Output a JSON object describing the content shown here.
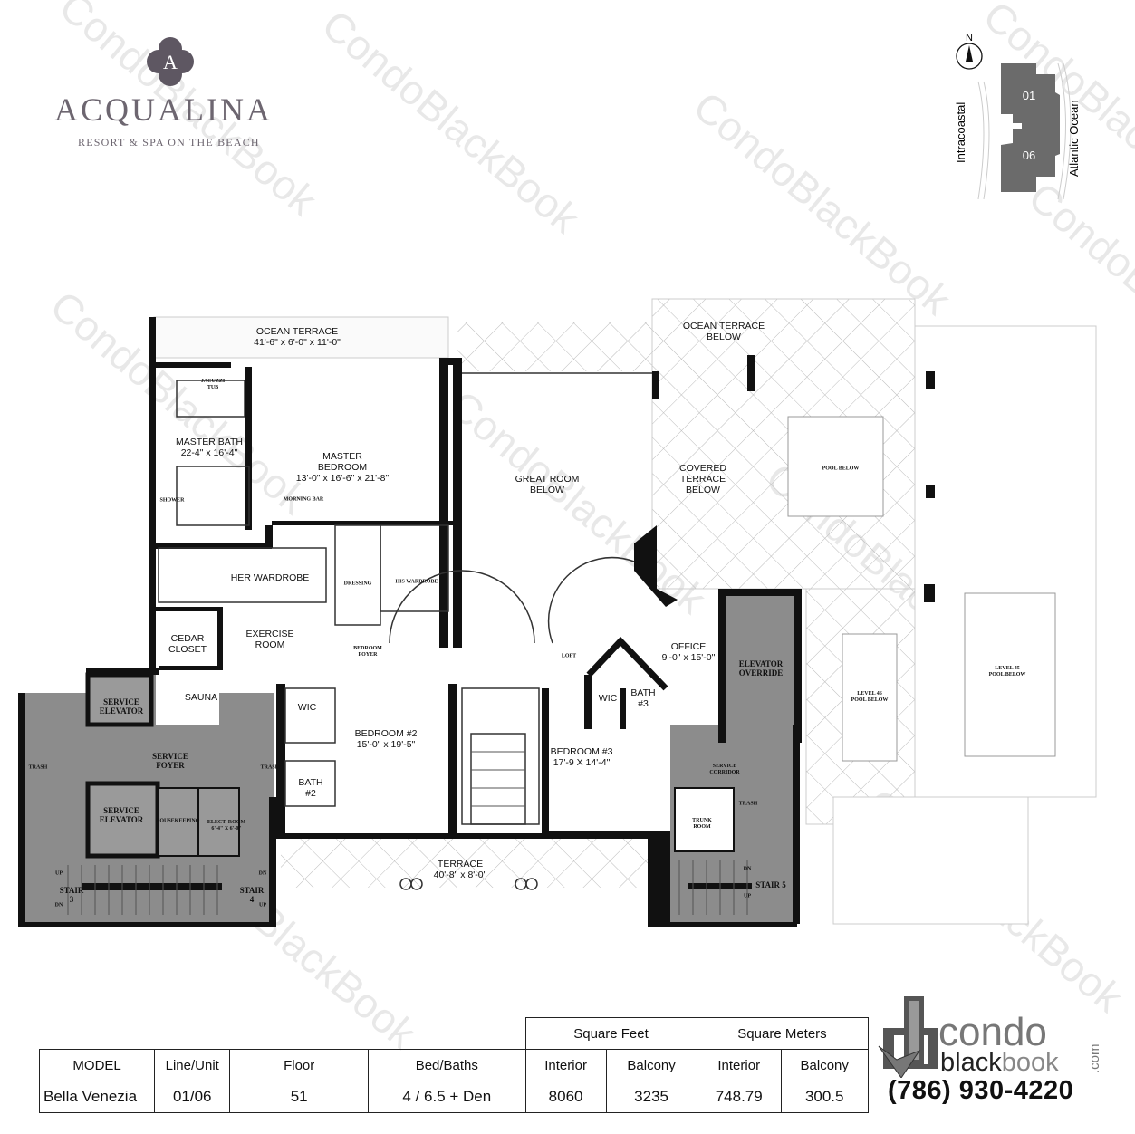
{
  "brand": {
    "name": "ACQUALINA",
    "tagline": "RESORT & SPA ON THE BEACH",
    "logo_monogram": "A"
  },
  "watermark": "CondoBlackBook",
  "keyplan": {
    "north": "N",
    "units": [
      "01",
      "06"
    ],
    "left_label": "Intracoastal",
    "right_label": "Atlantic Ocean",
    "building_color": "#6b6b6b"
  },
  "rooms": [
    {
      "name": "OCEAN TERRACE",
      "dims": "41'-6\" x 6'-0\" x 11'-0\""
    },
    {
      "name": "MASTER BATH",
      "dims": "22-4\" x 16'-4\""
    },
    {
      "name": "MASTER\nBEDROOM",
      "dims": "13'-0\" x 16'-6\" x 21'-8\""
    },
    {
      "name": "GREAT ROOM\nBELOW",
      "dims": ""
    },
    {
      "name": "OCEAN TERRACE\nBELOW",
      "dims": ""
    },
    {
      "name": "COVERED\nTERRACE\nBELOW",
      "dims": ""
    },
    {
      "name": "HER WARDROBE",
      "dims": ""
    },
    {
      "name": "CEDAR\nCLOSET",
      "dims": ""
    },
    {
      "name": "EXERCISE\nROOM",
      "dims": ""
    },
    {
      "name": "SAUNA",
      "dims": ""
    },
    {
      "name": "OFFICE",
      "dims": "9'-0\" x 15'-0\""
    },
    {
      "name": "WIC",
      "dims": ""
    },
    {
      "name": "BEDROOM #2",
      "dims": "15'-0\" x 19'-5\""
    },
    {
      "name": "WIC",
      "dims": ""
    },
    {
      "name": "BATH\n#3",
      "dims": ""
    },
    {
      "name": "BEDROOM #3",
      "dims": "17'-9 X 14'-4\""
    },
    {
      "name": "BATH\n#2",
      "dims": ""
    },
    {
      "name": "TERRACE",
      "dims": "40'-8\" x 8'-0\""
    }
  ],
  "service_labels": [
    {
      "name": "SERVICE\nELEVATOR"
    },
    {
      "name": "SERVICE\nELEVATOR"
    },
    {
      "name": "SERVICE\nFOYER"
    },
    {
      "name": "STAIR\n3"
    },
    {
      "name": "STAIR\n4"
    },
    {
      "name": "STAIR 5"
    },
    {
      "name": "ELEVATOR\nOVERRIDE"
    },
    {
      "name": "TRUNK\nROOM"
    },
    {
      "name": "POOL BELOW"
    },
    {
      "name": "LEVEL 46\nPOOL BELOW"
    },
    {
      "name": "LEVEL 45\nPOOL BELOW"
    },
    {
      "name": "HOUSEKEEPING"
    },
    {
      "name": "ELECT. ROOM\n6'-4\" X 6'-0\""
    },
    {
      "name": "SERVICE\nCORRIDOR"
    },
    {
      "name": "LOFT"
    },
    {
      "name": "TRASH"
    },
    {
      "name": "TRASH"
    },
    {
      "name": "TRASH"
    },
    {
      "name": "HIS WARDROBE"
    },
    {
      "name": "DRESSING"
    },
    {
      "name": "BEDROOM\nFOYER"
    },
    {
      "name": "JACUZZI\nTUB"
    },
    {
      "name": "SHOWER"
    },
    {
      "name": "MORNING BAR"
    },
    {
      "name": "UP"
    },
    {
      "name": "DN"
    },
    {
      "name": "UP"
    },
    {
      "name": "DN"
    },
    {
      "name": "UP"
    },
    {
      "name": "DN"
    }
  ],
  "specs": {
    "group_headers": [
      "Square Feet",
      "Square Meters"
    ],
    "columns": [
      "MODEL",
      "Line/Unit",
      "Floor",
      "Bed/Baths",
      "Interior",
      "Balcony",
      "Interior",
      "Balcony"
    ],
    "row": [
      "Bella Venezia",
      "01/06",
      "51",
      "4 / 6.5 + Den",
      "8060",
      "3235",
      "748.79",
      "300.5"
    ]
  },
  "contact": {
    "logo_top": "condo",
    "logo_bottom_a": "black",
    "logo_bottom_b": "book",
    "logo_suffix": ".com",
    "phone": "(786) 930-4220"
  }
}
